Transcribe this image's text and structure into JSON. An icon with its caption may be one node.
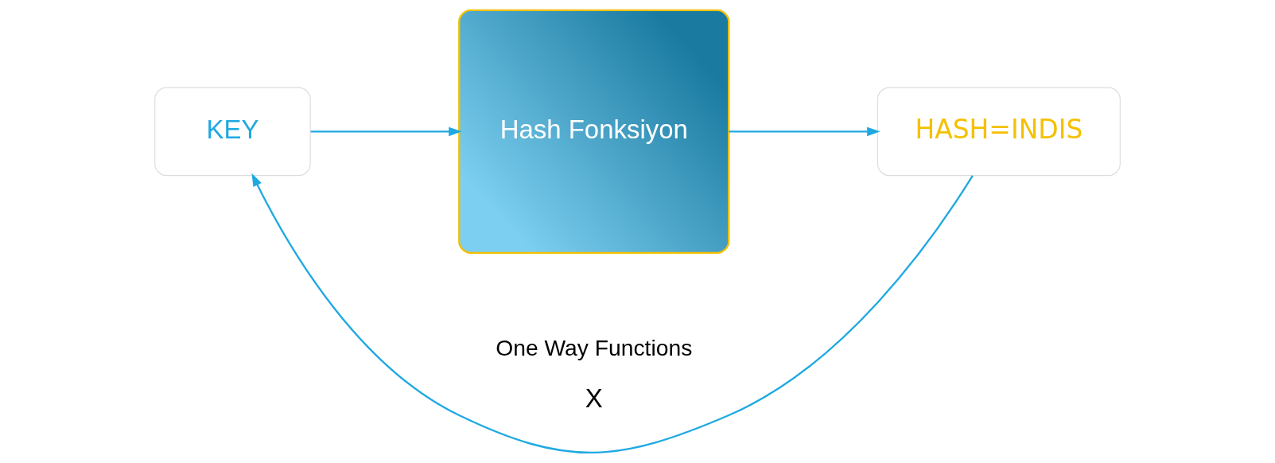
{
  "diagram": {
    "nodes": [
      {
        "text": [
          "KEY"
        ]
      },
      {
        "text": [
          "Hash Fonksiyon"
        ],
        "beside": [
          "One Way Functions"
        ]
      },
      {
        "text": [
          "HASH=INDIS"
        ]
      }
    ],
    "edges": [
      {
        "from": 0,
        "to": 1,
        "arrow": "to"
      },
      {
        "from": 1,
        "to": 2,
        "arrow": "to"
      },
      {
        "from": 2,
        "to": 0,
        "arrow": "to",
        "label": "X"
      }
    ]
  }
}
